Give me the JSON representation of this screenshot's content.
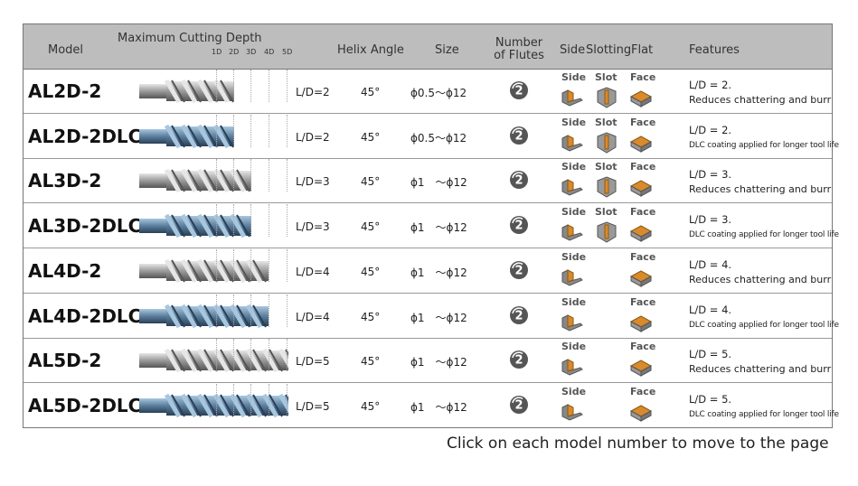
{
  "header": {
    "model": "Model",
    "max_depth": "Maximum Cutting Depth",
    "depth_labels": [
      "1D",
      "2D",
      "3D",
      "4D",
      "5D"
    ],
    "helix": "Helix Angle",
    "size": "Size",
    "flutes_line1": "Number",
    "flutes_line2": "of Flutes",
    "side": "Side",
    "slotting": "Slotting",
    "flat": "Flat",
    "features": "Features"
  },
  "captions": {
    "side": "Side",
    "slot": "Slot",
    "face": "Face"
  },
  "icons": {
    "flute": "two-flute-icon",
    "side": "side-cut-icon",
    "slot": "slot-cut-icon",
    "face": "face-cut-icon"
  },
  "colors": {
    "header_bg": "#bdbdbd",
    "flute_icon": "#555555",
    "icon_orange": "#d98a2b"
  },
  "rows": [
    {
      "model": "AL2D-2",
      "ld": "L/D=2",
      "helix": "45°",
      "size": "ϕ0.5～ϕ12",
      "flutes": "2",
      "side": true,
      "slot": true,
      "face": true,
      "feature1": "L/D = 2.",
      "feature2": "Reduces chattering and burr"
    },
    {
      "model": "AL2D-2DLC",
      "ld": "L/D=2",
      "helix": "45°",
      "size": "ϕ0.5～ϕ12",
      "flutes": "2",
      "side": true,
      "slot": true,
      "face": true,
      "feature1": "L/D = 2.",
      "feature2": "DLC coating applied for longer tool life"
    },
    {
      "model": "AL3D-2",
      "ld": "L/D=3",
      "helix": "45°",
      "size": "ϕ1　～ϕ12",
      "flutes": "2",
      "side": true,
      "slot": true,
      "face": true,
      "feature1": "L/D = 3.",
      "feature2": "Reduces chattering and burr"
    },
    {
      "model": "AL3D-2DLC",
      "ld": "L/D=3",
      "helix": "45°",
      "size": "ϕ1　～ϕ12",
      "flutes": "2",
      "side": true,
      "slot": true,
      "face": true,
      "feature1": "L/D = 3.",
      "feature2": "DLC coating applied for longer tool life"
    },
    {
      "model": "AL4D-2",
      "ld": "L/D=4",
      "helix": "45°",
      "size": "ϕ1　～ϕ12",
      "flutes": "2",
      "side": true,
      "slot": false,
      "face": true,
      "feature1": "L/D = 4.",
      "feature2": "Reduces chattering and burr"
    },
    {
      "model": "AL4D-2DLC",
      "ld": "L/D=4",
      "helix": "45°",
      "size": "ϕ1　～ϕ12",
      "flutes": "2",
      "side": true,
      "slot": false,
      "face": true,
      "feature1": "L/D = 4.",
      "feature2": "DLC coating applied for longer tool life"
    },
    {
      "model": "AL5D-2",
      "ld": "L/D=5",
      "helix": "45°",
      "size": "ϕ1　～ϕ12",
      "flutes": "2",
      "side": true,
      "slot": false,
      "face": true,
      "feature1": "L/D = 5.",
      "feature2": "Reduces chattering and burr"
    },
    {
      "model": "AL5D-2DLC",
      "ld": "L/D=5",
      "helix": "45°",
      "size": "ϕ1　～ϕ12",
      "flutes": "2",
      "side": true,
      "slot": false,
      "face": true,
      "feature1": "L/D = 5.",
      "feature2": "DLC coating applied for longer tool life"
    }
  ],
  "footer_note": "Click on each model number to move to the page"
}
